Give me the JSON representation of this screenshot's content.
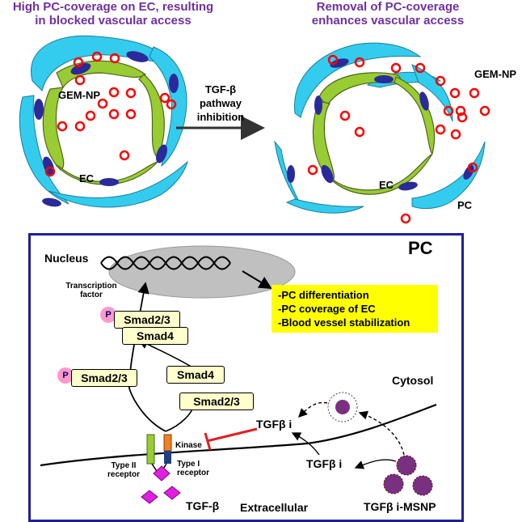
{
  "top": {
    "left_title": "High PC-coverage on EC, resulting in blocked vascular access",
    "left_title_line1": "High PC-coverage on EC, resulting",
    "left_title_line2": "in blocked vascular access",
    "right_title_line1": "Removal of PC-coverage",
    "right_title_line2": "enhances vascular access",
    "left_nanoparticle_label": "GEM-NP",
    "left_ec_label": "EC",
    "right_nanoparticle_label": "GEM-NP",
    "right_ec_label": "EC",
    "right_pc_label": "PC",
    "arrow_label_line1": "TGF-β",
    "arrow_label_line2": "pathway",
    "arrow_label_line3": "inhibition"
  },
  "bottom": {
    "panel_title": "PC",
    "nucleus_label": "Nucleus",
    "transcription_factor_line1": "Transcription",
    "transcription_factor_line2": "factor",
    "outcomes": [
      "-PC differentiation",
      "-PC coverage of EC",
      "-Blood vessel stabilization"
    ],
    "smad_upper_1": "Smad2/3",
    "smad_upper_2": "Smad4",
    "smad_mid_1": "Smad2/3",
    "smad_mid_2": "Smad4",
    "smad_low": "Smad2/3",
    "phospho_label": "P",
    "cytosol_label": "Cytosol",
    "extracellular_label": "Extracellular",
    "kinase_label": "Kinase",
    "type2_receptor_line1": "Type II",
    "type2_receptor_line2": "receptor",
    "type1_receptor_line1": "Type I",
    "type1_receptor_line2": "receptor",
    "ligand_label": "TGF-β",
    "inhibitor_upper": "TGFβ i",
    "inhibitor_lower": "TGFβ i",
    "msnp_label": "TGFβ i-MSNP"
  },
  "colors": {
    "title_purple": "#7030a0",
    "pericyte_cyan": "#33ccee",
    "endothelial_green": "#99cc33",
    "nucleus_navy": "#2a2a9a",
    "nanoparticle_red": "#ff0000",
    "highlight_yellow": "#ffff00",
    "frame_blue": "#1f1f99",
    "inhibit_red": "#e02020"
  }
}
